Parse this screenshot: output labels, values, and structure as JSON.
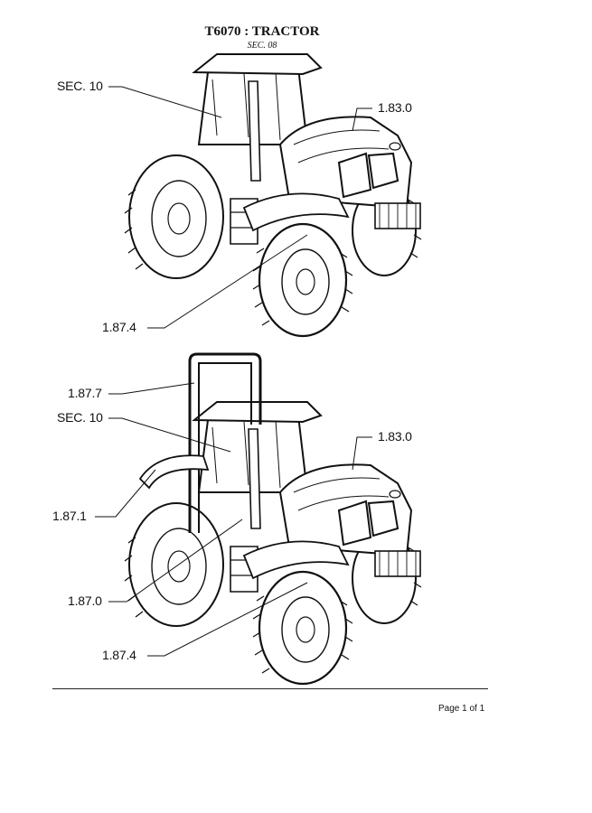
{
  "header": {
    "title": "T6070 : TRACTOR",
    "subtitle": "SEC. 08"
  },
  "figure_top": {
    "callouts": {
      "sec10": "SEC. 10",
      "hood": "1.83.0",
      "fender": "1.87.4"
    }
  },
  "figure_bottom": {
    "callouts": {
      "rops": "1.87.7",
      "sec10": "SEC. 10",
      "hood": "1.83.0",
      "rear_fender": "1.87.1",
      "steps": "1.87.0",
      "fender": "1.87.4"
    }
  },
  "footer": {
    "page": "Page 1 of 1"
  }
}
